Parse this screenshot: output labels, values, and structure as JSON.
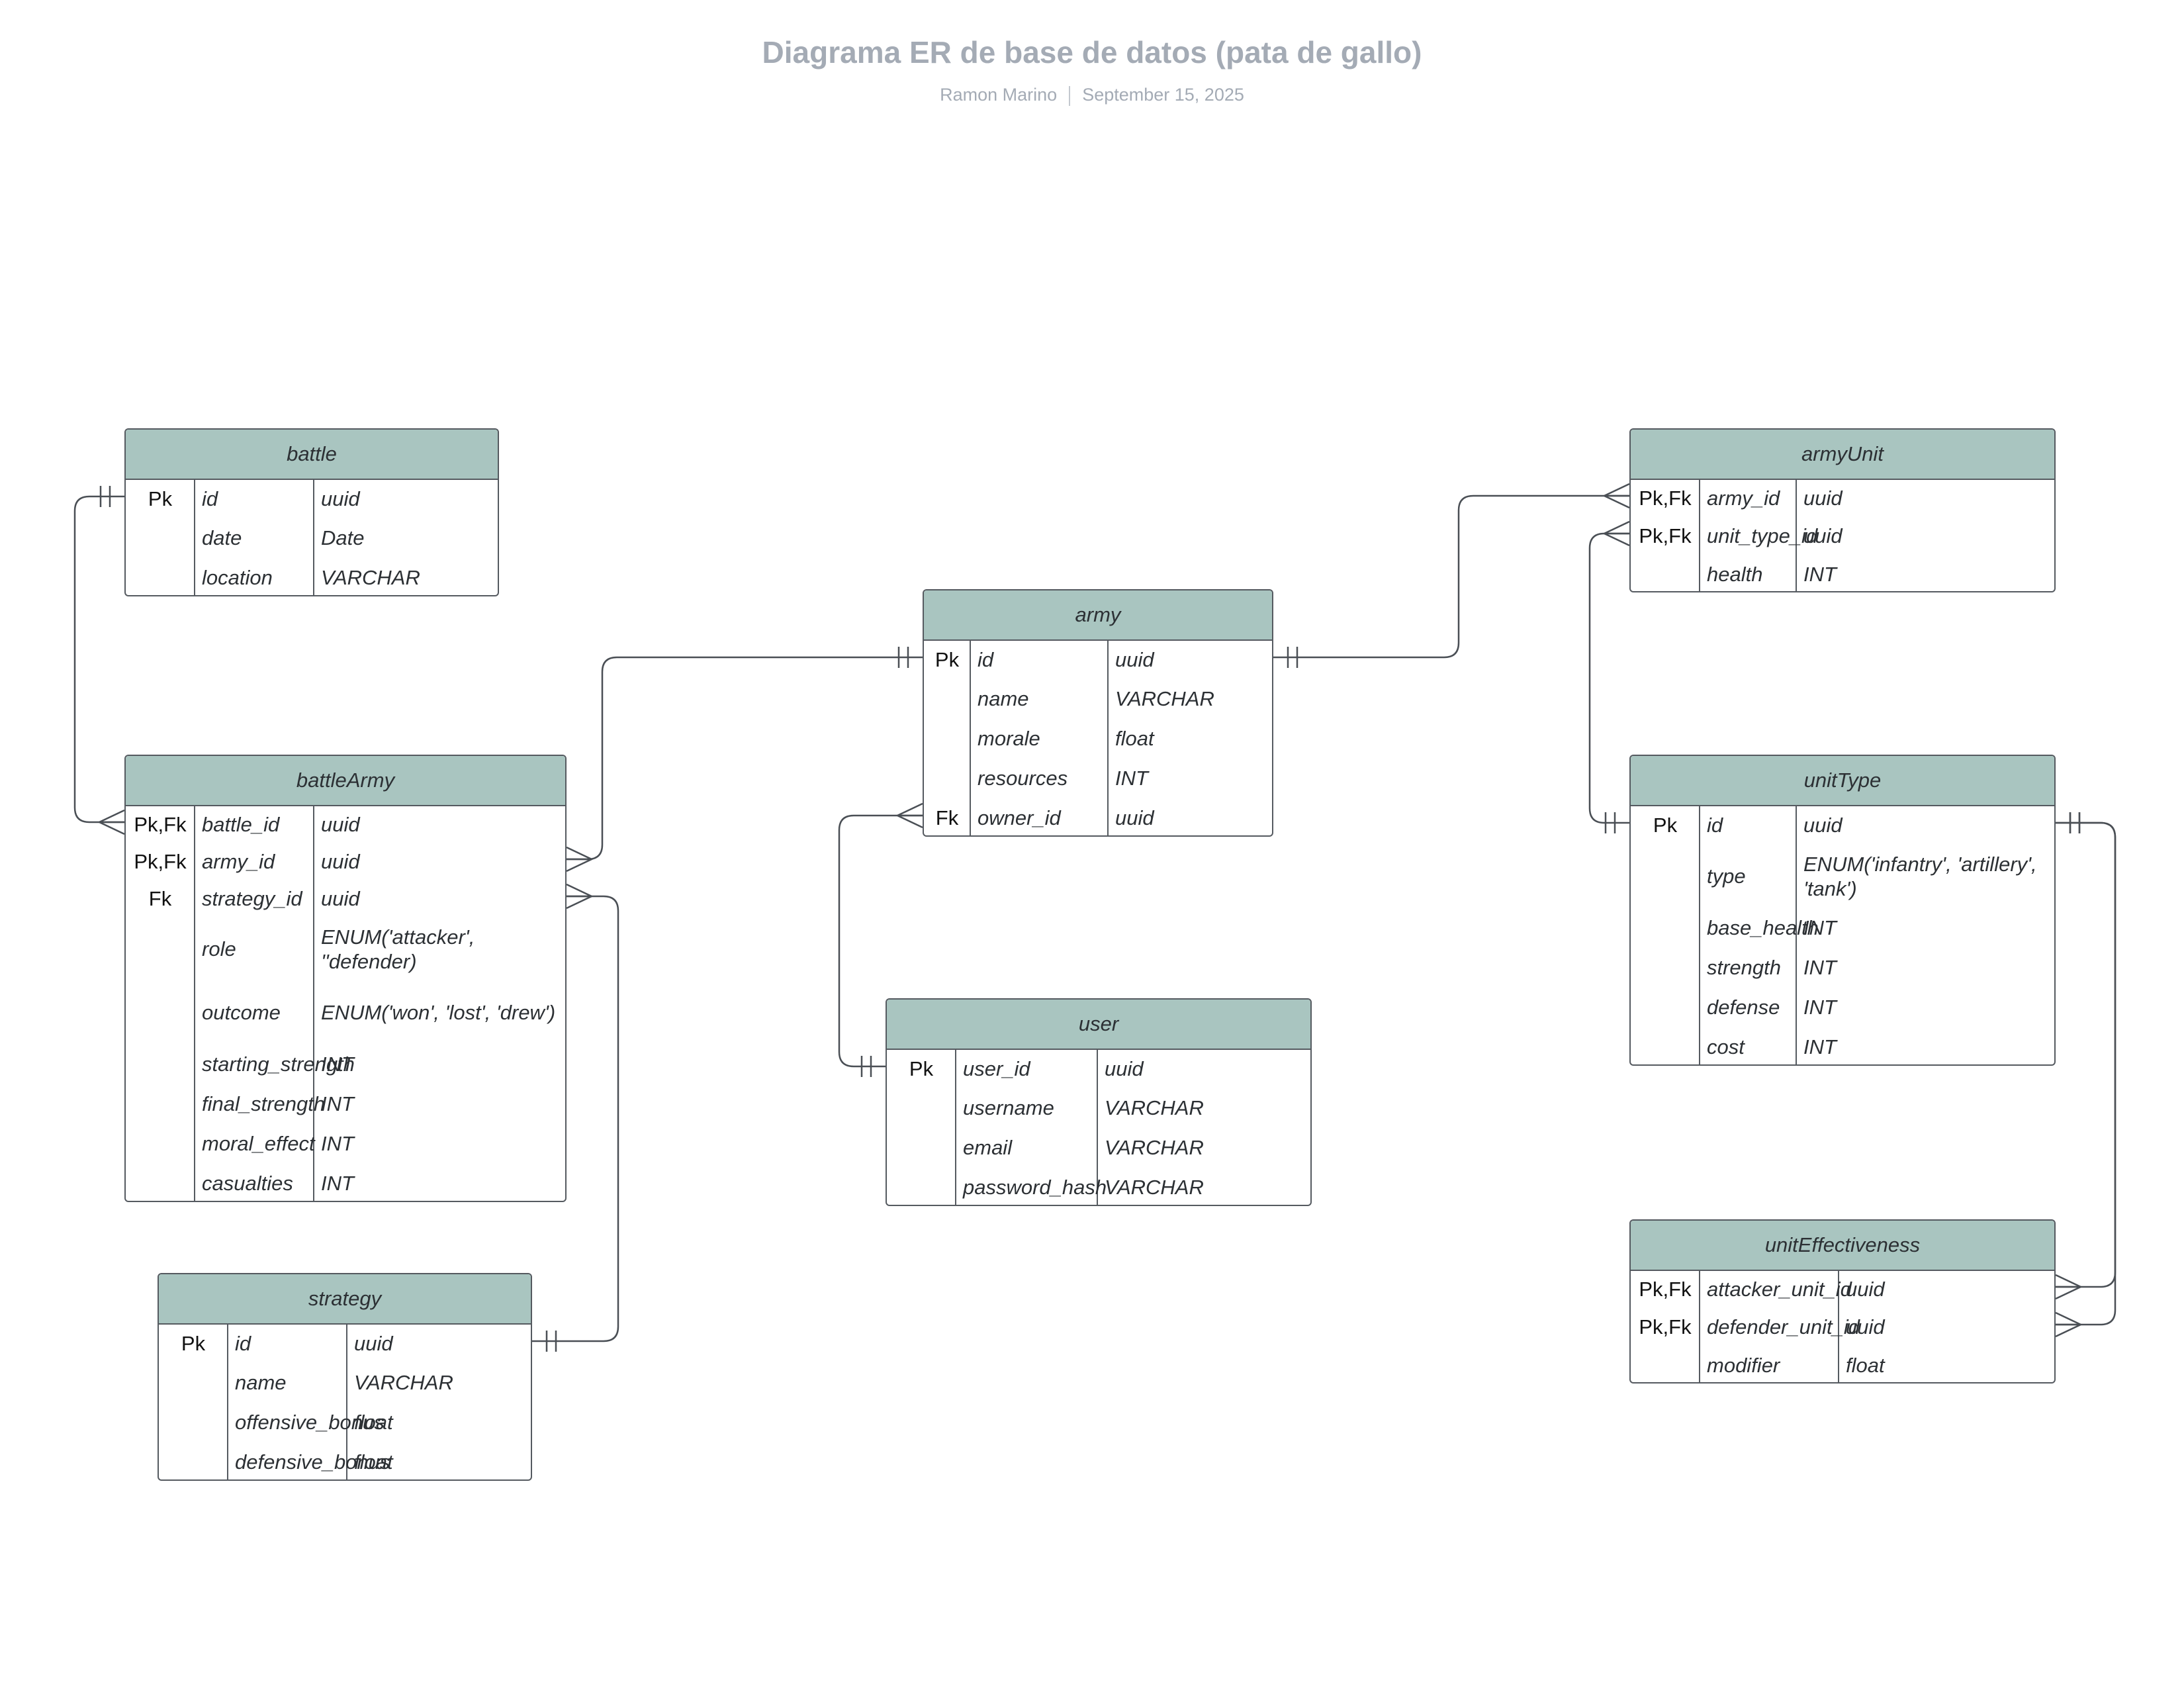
{
  "header": {
    "title": "Diagrama ER de base de datos (pata de gallo)",
    "author": "Ramon Marino",
    "date": "September 15, 2025"
  },
  "colors": {
    "header_fill": "#a9c5c0",
    "border": "#555a60",
    "title_text": "#a4abb5"
  },
  "entities": [
    {
      "id": "battle",
      "name": "battle",
      "rows": [
        {
          "key": "Pk",
          "name": "id",
          "type": "uuid"
        },
        {
          "key": "",
          "name": "date",
          "type": "Date"
        },
        {
          "key": "",
          "name": "location",
          "type": "VARCHAR"
        }
      ]
    },
    {
      "id": "battleArmy",
      "name": "battleArmy",
      "rows": [
        {
          "key": "Pk,Fk",
          "name": "battle_id",
          "type": "uuid"
        },
        {
          "key": "Pk,Fk",
          "name": "army_id",
          "type": "uuid"
        },
        {
          "key": "Fk",
          "name": "strategy_id",
          "type": "uuid"
        },
        {
          "key": "",
          "name": "role",
          "type": "ENUM('attacker', ''defender)"
        },
        {
          "key": "",
          "name": "outcome",
          "type": "ENUM('won', 'lost', 'drew')"
        },
        {
          "key": "",
          "name": "starting_strength",
          "type": "INT"
        },
        {
          "key": "",
          "name": "final_strength",
          "type": "INT"
        },
        {
          "key": "",
          "name": "moral_effect",
          "type": "INT"
        },
        {
          "key": "",
          "name": "casualties",
          "type": "INT"
        }
      ]
    },
    {
      "id": "strategy",
      "name": "strategy",
      "rows": [
        {
          "key": "Pk",
          "name": "id",
          "type": "uuid"
        },
        {
          "key": "",
          "name": "name",
          "type": "VARCHAR"
        },
        {
          "key": "",
          "name": "offensive_bonus",
          "type": "float"
        },
        {
          "key": "",
          "name": "defensive_bonus",
          "type": "float"
        }
      ]
    },
    {
      "id": "army",
      "name": "army",
      "rows": [
        {
          "key": "Pk",
          "name": "id",
          "type": "uuid"
        },
        {
          "key": "",
          "name": "name",
          "type": "VARCHAR"
        },
        {
          "key": "",
          "name": "morale",
          "type": "float"
        },
        {
          "key": "",
          "name": "resources",
          "type": "INT"
        },
        {
          "key": "Fk",
          "name": "owner_id",
          "type": "uuid"
        }
      ]
    },
    {
      "id": "user",
      "name": "user",
      "rows": [
        {
          "key": "Pk",
          "name": "user_id",
          "type": "uuid"
        },
        {
          "key": "",
          "name": "username",
          "type": "VARCHAR"
        },
        {
          "key": "",
          "name": "email",
          "type": "VARCHAR"
        },
        {
          "key": "",
          "name": "password_hash",
          "type": "VARCHAR"
        }
      ]
    },
    {
      "id": "armyUnit",
      "name": "armyUnit",
      "rows": [
        {
          "key": "Pk,Fk",
          "name": "army_id",
          "type": "uuid"
        },
        {
          "key": "Pk,Fk",
          "name": "unit_type_id",
          "type": "uuid"
        },
        {
          "key": "",
          "name": "health",
          "type": "INT"
        }
      ]
    },
    {
      "id": "unitType",
      "name": "unitType",
      "rows": [
        {
          "key": "Pk",
          "name": "id",
          "type": "uuid"
        },
        {
          "key": "",
          "name": "type",
          "type": "ENUM('infantry', 'artillery', 'tank')"
        },
        {
          "key": "",
          "name": "base_health",
          "type": "INT"
        },
        {
          "key": "",
          "name": "strength",
          "type": "INT"
        },
        {
          "key": "",
          "name": "defense",
          "type": "INT"
        },
        {
          "key": "",
          "name": "cost",
          "type": "INT"
        }
      ]
    },
    {
      "id": "unitEffectiveness",
      "name": "unitEffectiveness",
      "rows": [
        {
          "key": "Pk,Fk",
          "name": "attacker_unit_id",
          "type": "uuid"
        },
        {
          "key": "Pk,Fk",
          "name": "defender_unit_id",
          "type": "uuid"
        },
        {
          "key": "",
          "name": "modifier",
          "type": "float"
        }
      ]
    }
  ],
  "relationships": [
    {
      "from": "battle.id",
      "to": "battleArmy.battle_id",
      "from_cardinality": "one-and-only-one",
      "to_cardinality": "many"
    },
    {
      "from": "army.id",
      "to": "battleArmy.army_id",
      "from_cardinality": "one-and-only-one",
      "to_cardinality": "many"
    },
    {
      "from": "strategy.id",
      "to": "battleArmy.strategy_id",
      "from_cardinality": "one-and-only-one",
      "to_cardinality": "many"
    },
    {
      "from": "user.user_id",
      "to": "army.owner_id",
      "from_cardinality": "one-and-only-one",
      "to_cardinality": "many"
    },
    {
      "from": "army.id",
      "to": "armyUnit.army_id",
      "from_cardinality": "one-and-only-one",
      "to_cardinality": "many"
    },
    {
      "from": "unitType.id",
      "to": "armyUnit.unit_type_id",
      "from_cardinality": "one-and-only-one",
      "to_cardinality": "many"
    },
    {
      "from": "unitType.id",
      "to": "unitEffectiveness.attacker_unit_id",
      "from_cardinality": "one-and-only-one",
      "to_cardinality": "many"
    },
    {
      "from": "unitType.id",
      "to": "unitEffectiveness.defender_unit_id",
      "from_cardinality": "one-and-only-one",
      "to_cardinality": "many"
    }
  ]
}
